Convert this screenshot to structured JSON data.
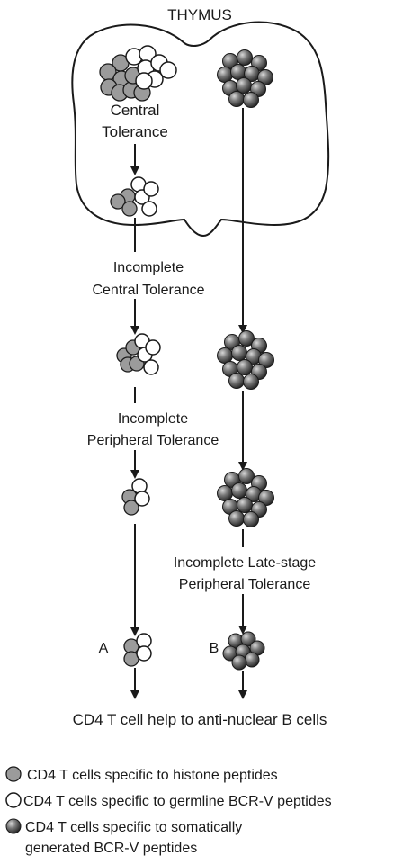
{
  "title": "THYMUS",
  "labels": {
    "central_tolerance_line1": "Central",
    "central_tolerance_line2": "Tolerance",
    "incomplete_central_line1": "Incomplete",
    "incomplete_central_line2": "Central Tolerance",
    "incomplete_peripheral_line1": "Incomplete",
    "incomplete_peripheral_line2": "Peripheral Tolerance",
    "incomplete_late_line1": "Incomplete Late-stage",
    "incomplete_late_line2": "Peripheral Tolerance",
    "path_a": "A",
    "path_b": "B",
    "outcome": "CD4 T cell help to anti-nuclear B cells"
  },
  "legend": [
    {
      "icon": "gray-cell-icon",
      "text": "CD4 T cells specific to histone peptides"
    },
    {
      "icon": "white-cell-icon",
      "text": "CD4 T cells specific to germline BCR-V peptides"
    },
    {
      "icon": "dark-sphere-cell-icon",
      "text_line1": "CD4 T cells specific to somatically",
      "text_line2": "generated BCR-V peptides"
    }
  ],
  "colors": {
    "histone_cell": "#9b9b9b",
    "germline_cell": "#ffffff",
    "somatic_cell_light": "#cfcfcf",
    "somatic_cell_dark": "#2e2e2e",
    "stroke": "#1a1a1a"
  }
}
